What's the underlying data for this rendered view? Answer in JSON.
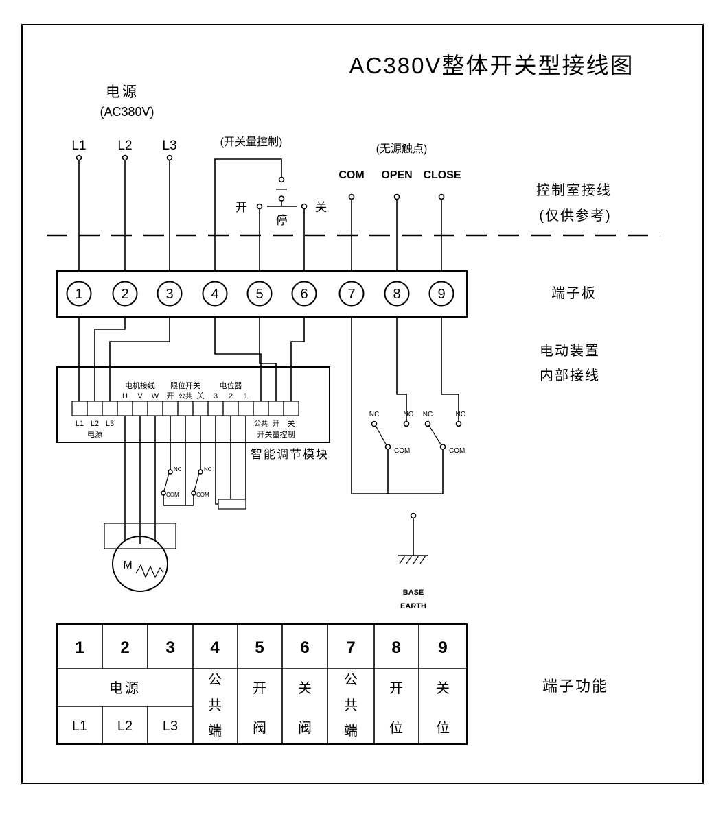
{
  "title": "AC380V整体开关型接线图",
  "power": {
    "label": "电源",
    "voltage": "(AC380V)",
    "lines": [
      "L1",
      "L2",
      "L3"
    ]
  },
  "switch_control": {
    "label": "(开关量控制)",
    "open": "开",
    "stop": "停",
    "close": "关"
  },
  "passive_contact": {
    "label": "(无源触点)",
    "com": "COM",
    "open": "OPEN",
    "close": "CLOSE"
  },
  "annotations": {
    "control_room_line1": "控制室接线",
    "control_room_line2": "(仅供参考)",
    "terminal_board": "端子板",
    "internal_line1": "电动装置",
    "internal_line2": "内部接线",
    "terminal_function": "端子功能"
  },
  "terminal_board": {
    "numbers": [
      "1",
      "2",
      "3",
      "4",
      "5",
      "6",
      "7",
      "8",
      "9"
    ]
  },
  "module": {
    "label": "智能调节模块",
    "group_motor": "电机接线",
    "group_limit": "限位开关",
    "group_pot": "电位器",
    "motor_terms": [
      "U",
      "V",
      "W"
    ],
    "limit_terms": [
      "开",
      "公共",
      "关"
    ],
    "pot_terms": [
      "3",
      "2",
      "1"
    ],
    "power_terms": [
      "L1",
      "L2",
      "L3"
    ],
    "power_label": "电源",
    "io_terms": [
      "公共",
      "开",
      "关"
    ],
    "io_label": "开关量控制"
  },
  "limit_switches": {
    "nc": "NC",
    "com": "COM"
  },
  "feedback_switches": {
    "nc": "NC",
    "no": "NO",
    "com": "COM"
  },
  "motor": {
    "label": "M"
  },
  "ground": {
    "line1": "BASE",
    "line2": "EARTH"
  },
  "function_table": {
    "numbers": [
      "1",
      "2",
      "3",
      "4",
      "5",
      "6",
      "7",
      "8",
      "9"
    ],
    "power_label": "电源",
    "power_terms": [
      "L1",
      "L2",
      "L3"
    ],
    "functions": [
      "公共端",
      "开阀",
      "关阀",
      "公共端",
      "开位",
      "关位"
    ]
  }
}
